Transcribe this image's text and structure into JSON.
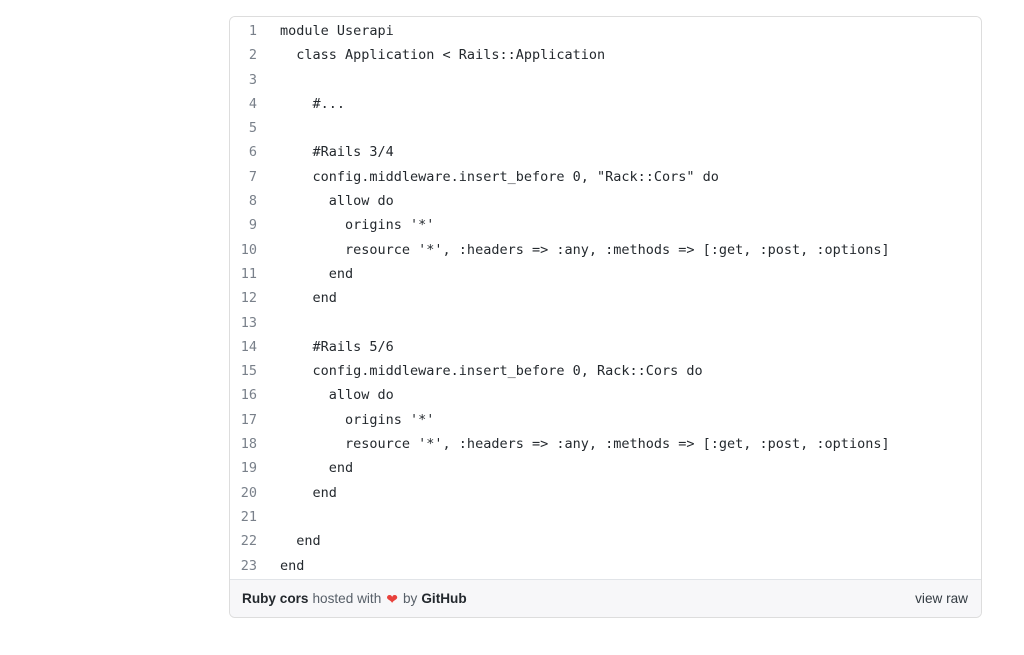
{
  "code": {
    "language": "ruby",
    "lines": [
      {
        "num": 1,
        "text": "module Userapi"
      },
      {
        "num": 2,
        "text": "  class Application < Rails::Application"
      },
      {
        "num": 3,
        "text": ""
      },
      {
        "num": 4,
        "text": "    #..."
      },
      {
        "num": 5,
        "text": ""
      },
      {
        "num": 6,
        "text": "    #Rails 3/4"
      },
      {
        "num": 7,
        "text": "    config.middleware.insert_before 0, \"Rack::Cors\" do"
      },
      {
        "num": 8,
        "text": "      allow do"
      },
      {
        "num": 9,
        "text": "        origins '*'"
      },
      {
        "num": 10,
        "text": "        resource '*', :headers => :any, :methods => [:get, :post, :options]"
      },
      {
        "num": 11,
        "text": "      end"
      },
      {
        "num": 12,
        "text": "    end"
      },
      {
        "num": 13,
        "text": ""
      },
      {
        "num": 14,
        "text": "    #Rails 5/6"
      },
      {
        "num": 15,
        "text": "    config.middleware.insert_before 0, Rack::Cors do"
      },
      {
        "num": 16,
        "text": "      allow do"
      },
      {
        "num": 17,
        "text": "        origins '*'"
      },
      {
        "num": 18,
        "text": "        resource '*', :headers => :any, :methods => [:get, :post, :options]"
      },
      {
        "num": 19,
        "text": "      end"
      },
      {
        "num": 20,
        "text": "    end"
      },
      {
        "num": 21,
        "text": ""
      },
      {
        "num": 22,
        "text": "  end"
      },
      {
        "num": 23,
        "text": "end"
      }
    ]
  },
  "footer": {
    "file_link": "Ruby cors",
    "hosted_with": "hosted with",
    "heart_icon": "❤",
    "by": "by",
    "github_link": "GitHub",
    "view_raw": "view raw"
  },
  "colors": {
    "border": "#dddddd",
    "code_text": "#24292e",
    "line_number": "#79808a",
    "footer_bg": "#f7f7f9",
    "heart_red": "#e8413c"
  }
}
